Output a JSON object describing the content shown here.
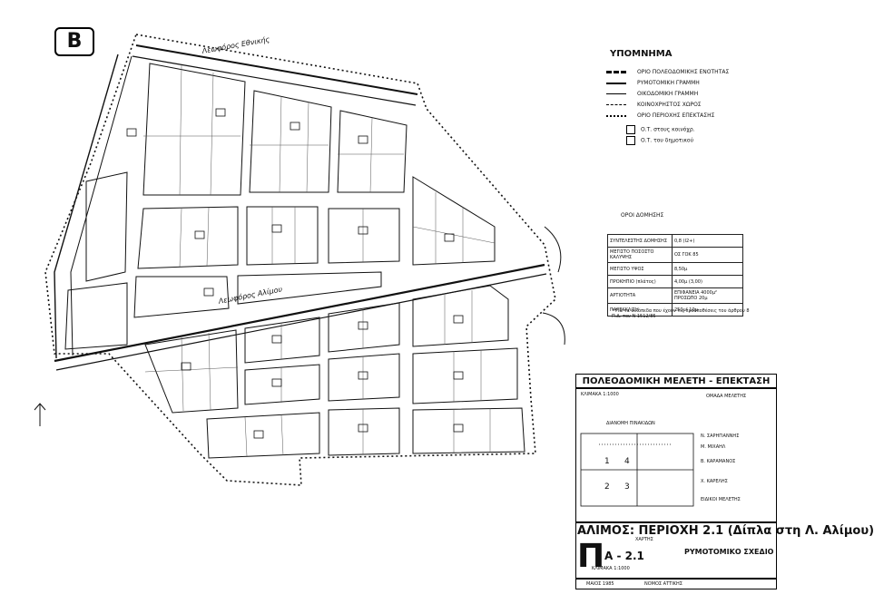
{
  "sheet_letter": "B",
  "legend": {
    "title": "ΥΠΟΜΝΗΜΑ",
    "items": [
      {
        "label": "ΟΡΙΟ ΠΟΛΕΟΔΟΜΙΚΗΣ ΕΝΟΤΗΤΑΣ",
        "style": "hatched"
      },
      {
        "label": "ΡΥΜΟΤΟΜΙΚΗ ΓΡΑΜΜΗ",
        "style": "solid"
      },
      {
        "label": "ΟΙΚΟΔΟΜΙΚΗ ΓΡΑΜΜΗ",
        "style": "thin"
      },
      {
        "label": "ΚΟΙΝΟΧΡΗΣΤΟΣ ΧΩΡΟΣ",
        "style": "dashed"
      },
      {
        "label": "ΟΡΙΟ ΠΕΡΙΟΧΗΣ ΕΠΕΚΤΑΣΗΣ",
        "style": "dotted"
      },
      {
        "label": "Ο.Τ. στους κοινόχρ.",
        "style": "box"
      },
      {
        "label": "Ο.Τ. του δημοτικού",
        "style": "box2"
      }
    ]
  },
  "terms": {
    "title": "ΟΡΟΙ ΔΟΜΗΣΗΣ",
    "rows": [
      [
        "ΣΥΝΤΕΛΕΣΤΗΣ ΔΟΜΗΣΗΣ",
        "0,8 (Ι2+)"
      ],
      [
        "ΜΕΓΙΣΤΟ ΠΟΣΟΣΤΟ ΚΑΛΥΨΗΣ",
        "ΟΣ ΓΟΚ 85"
      ],
      [
        "ΜΕΓΙΣΤΟ ΥΨΟΣ",
        "8,50μ"
      ],
      [
        "ΠΡΟΚΗΠΙΟ (πλάτος)",
        "4,00μ (3,00)"
      ],
      [
        "ΑΡΤΙΟΤΗΤΑ",
        "ΕΠΙΦΑΝΕΙΑ 4000μ²   ΠΡΟΣΩΠΟ 20μ"
      ],
      [
        "ΠΑΡΕΚΚΛΙΣΗ",
        "250μ²   10μ"
      ]
    ],
    "note": "* Για τα οικόπεδα που έχουν τις προϋποθέσεις του άρθρου 8 Π.Δ. του Ν 1512/85"
  },
  "title_block": {
    "title": "ΠΟΛΕΟΔΟΜΙΚΗ ΜΕΛΕΤΗ - ΕΠΕΚΤΑΣΗ",
    "scale_line": "ΚΛΙΜΑΚΑ 1:1000",
    "team_label": "ΟΜΑΔΑ ΜΕΛΕΤΗΣ",
    "index_label": "ΔΙΑΝΟΜΗ ΠΙΝΑΚΙΔΩΝ",
    "sheets": [
      "1",
      "4",
      "2",
      "3"
    ],
    "team": [
      "Ν. ΣΑΡΗΓΙΑΝΝΗΣ",
      "Μ. ΜΙΧΑΗΛ",
      "Β. ΚΑΡΑΜΑΝΟΣ",
      "Χ. ΚΑΡΕΛΗΣ",
      "ΕΙΔΙΚΟΙ ΜΕΛΕΤΗΣ"
    ],
    "municipality": "ΑΛΙΜΟΣ: ΠΕΡΙΟΧΗ 2.1 (Δίπλα στη Λ. Αλίμου)",
    "map_label": "ΧΑΡΤΗΣ",
    "code": "Π",
    "code_suffix": "Α - 2.1",
    "drawing": "ΡΥΜΟΤΟΜΙΚΟ ΣΧΕΔΙΟ",
    "scale_box": "ΚΛΙΜΑΚΑ 1:1000",
    "date": "ΜΑΙΟΣ 1985",
    "prefecture": "ΝΟΜΟΣ ΑΤΤΙΚΗΣ"
  },
  "roads": {
    "north": "Λεωφόρος Εθνικής",
    "center": "Λεωφόρος Αλίμου"
  }
}
